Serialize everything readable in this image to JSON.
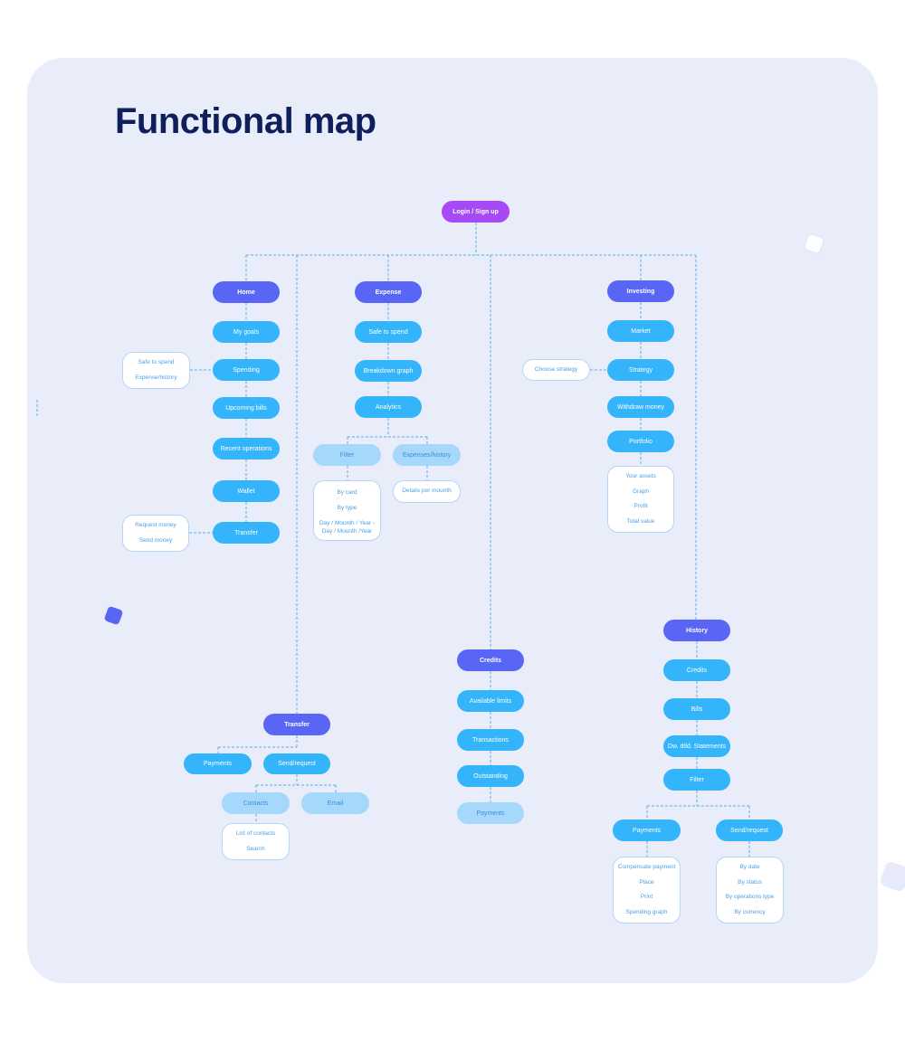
{
  "title": "Functional map",
  "colors": {
    "background": "#e9edfa",
    "title": "#0f1f5c",
    "root": "#a54af4",
    "section": "#5865f5",
    "item": "#33b4fb",
    "sub_item": "#a6d8fc",
    "connector": "#5aaee8"
  },
  "nodes": {
    "root": "Login / Sign up",
    "home": "Home",
    "my_goals": "My goals",
    "spending": "Spending",
    "upcoming_bills": "Upcoming bills",
    "recent_operations": "Recent operations",
    "wallet": "Wallet",
    "home_transfer": "Transfer",
    "expense": "Expense",
    "safe_to_spend": "Safe to spend",
    "breakdown_graph": "Breakdown graph",
    "analytics": "Analytics",
    "filter": "Filter",
    "expenses_history": "Expenses/history",
    "investing": "Investing",
    "market": "Market",
    "strategy": "Strategy",
    "withdraw_money": "Withdraw money",
    "portfolio": "Portfolio",
    "credits": "Credits",
    "available_limits": "Available limits",
    "transactions": "Transactions",
    "outstanding": "Outstanding",
    "credit_payments": "Payments",
    "transfer": "Transfer",
    "transfer_payments": "Payments",
    "send_request": "Send/request",
    "contacts": "Contacts",
    "email": "Email",
    "history": "History",
    "history_credits": "Credits",
    "bills": "Bills",
    "statements": "Dw. dtld. Statements",
    "history_filter": "Filter",
    "history_payments": "Payments",
    "history_send_request": "Send/request"
  },
  "boxes": {
    "spending_details": [
      "Safe to spend",
      "Expense/history"
    ],
    "transfer_details": [
      "Request money",
      "Send money"
    ],
    "filter_details": [
      "By card",
      "By type",
      "Day / Mounth / Year -",
      "Day / Mounth /Year"
    ],
    "expenses_details": [
      "Details per mounth"
    ],
    "strategy_details": [
      "Choose strategy"
    ],
    "portfolio_details": [
      "Your assets",
      "Graph",
      "Profit",
      "Total value"
    ],
    "contacts_details": [
      "List of contacts",
      "Search"
    ],
    "payments_details": [
      "Compensate payment",
      "Place",
      "Print",
      "Spending graph"
    ],
    "send_request_details": [
      "By date",
      "By status",
      "By operations type",
      "By currency"
    ]
  }
}
